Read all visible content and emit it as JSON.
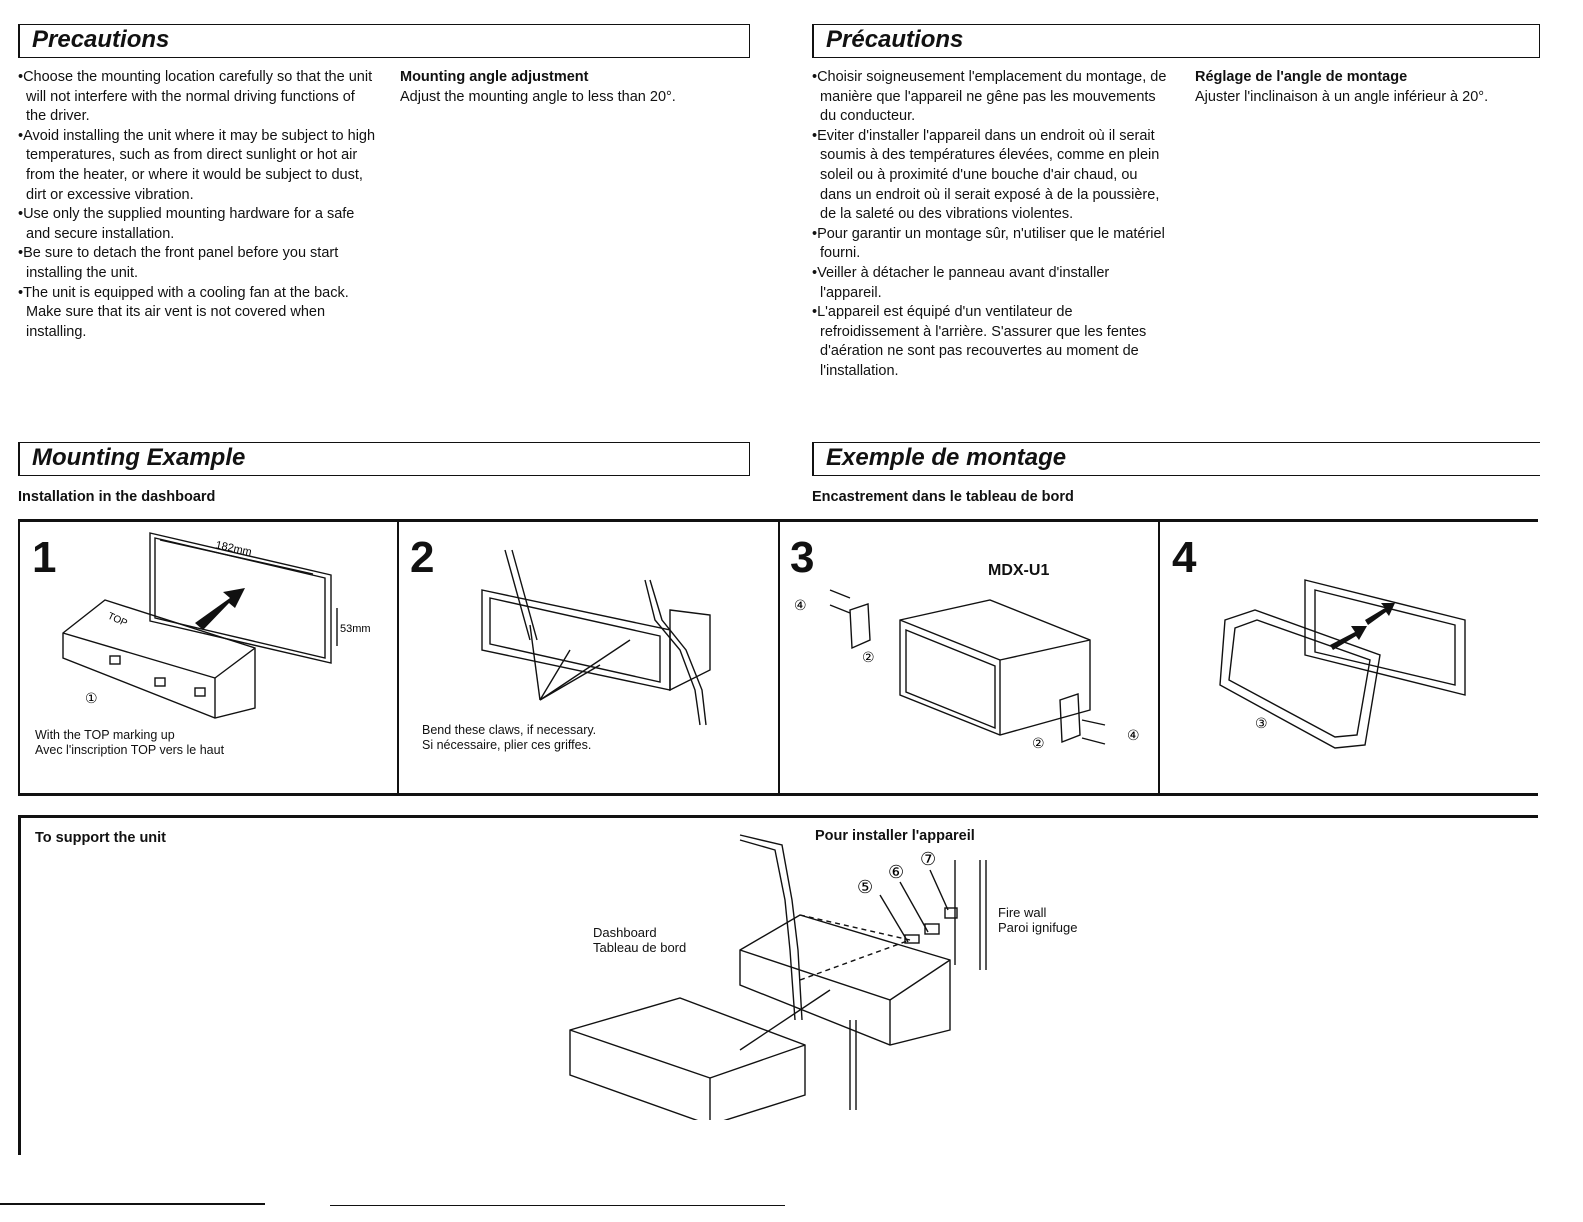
{
  "en": {
    "precautions_title": "Precautions",
    "precautions_items": [
      "•Choose the mounting location carefully so that the unit will not interfere with the normal driving functions of the driver.",
      "•Avoid installing the unit where it may be subject to high temperatures, such as from direct sunlight or hot air from the heater, or where it would be subject to dust, dirt or excessive vibration.",
      "•Use only the supplied mounting hardware for a safe and secure installation.",
      "•Be sure to detach the front panel before you start installing the unit.",
      "•The unit is equipped with a cooling fan at the back. Make sure that its air vent is not covered when installing."
    ],
    "angle_heading": "Mounting angle adjustment",
    "angle_text": "Adjust the mounting angle to less than 20°.",
    "mounting_title": "Mounting Example",
    "install_heading": "Installation in the dashboard",
    "support_heading": "To support the unit"
  },
  "fr": {
    "precautions_title": "Précautions",
    "precautions_items": [
      "•Choisir soigneusement l'emplacement du montage, de manière que l'appareil ne gêne pas les mouvements du conducteur.",
      "•Eviter d'installer l'appareil dans un endroit où il serait soumis à des températures élevées, comme en plein soleil ou à proximité d'une bouche d'air chaud, ou dans un endroit où il serait exposé à de la poussière, de la saleté ou des vibrations violentes.",
      "•Pour garantir un montage sûr, n'utiliser que le matériel fourni.",
      "•Veiller à détacher le panneau avant d'installer l'appareil.",
      "•L'appareil est équipé d'un ventilateur de refroidissement à l'arrière. S'assurer que les fentes d'aération ne sont pas recouvertes au moment de l'installation."
    ],
    "angle_heading": "Réglage de l'angle de montage",
    "angle_text": "Ajuster l'inclinaison à un angle inférieur à 20°.",
    "mounting_title": "Exemple de montage",
    "install_heading": "Encastrement dans le tableau de bord",
    "support_heading": "Pour installer l'appareil"
  },
  "steps": {
    "s1": {
      "num": "1",
      "dim_width": "182mm",
      "dim_height": "53mm",
      "top_label": "TOP",
      "part": "①",
      "caption_en": "With the TOP marking up",
      "caption_fr": "Avec l'inscription TOP vers le haut"
    },
    "s2": {
      "num": "2",
      "caption_en": "Bend these claws, if necessary.",
      "caption_fr": "Si nécessaire, plier ces griffes."
    },
    "s3": {
      "num": "3",
      "model": "MDX-U1",
      "part_a": "④",
      "part_b": "②",
      "part_c": "②",
      "part_d": "④"
    },
    "s4": {
      "num": "4",
      "part": "③"
    }
  },
  "support": {
    "dashboard_en": "Dashboard",
    "dashboard_fr": "Tableau de bord",
    "firewall_en": "Fire wall",
    "firewall_fr": "Paroi ignifuge",
    "part5": "⑤",
    "part6": "⑥",
    "part7": "⑦"
  }
}
